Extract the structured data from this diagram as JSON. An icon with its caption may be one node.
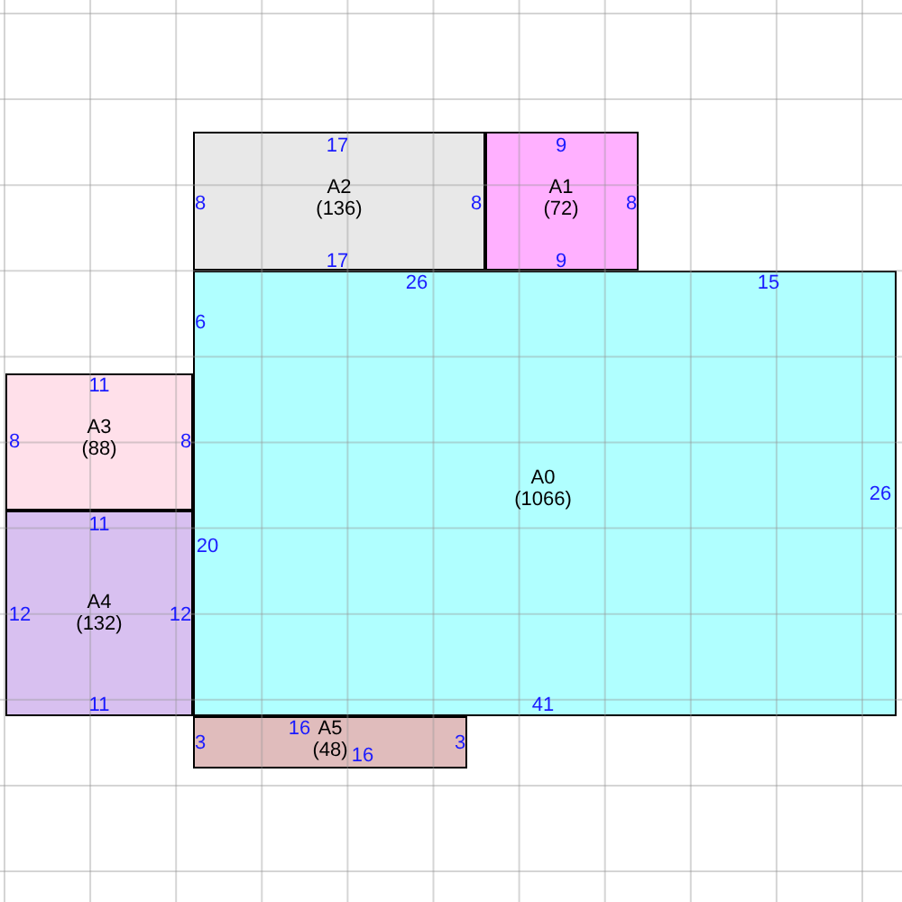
{
  "diagram": {
    "nodes": [
      {
        "text": [
          "A2",
          "(136)",
          "17",
          "8",
          "8",
          "17"
        ]
      },
      {
        "text": [
          "A1",
          "(72)",
          "9",
          "8",
          "9"
        ]
      },
      {
        "text": [
          "A0",
          "(1066)",
          "26",
          "15",
          "6",
          "26",
          "20",
          "41"
        ]
      },
      {
        "text": [
          "A3",
          "(88)",
          "11",
          "8",
          "8"
        ]
      },
      {
        "text": [
          "A4",
          "(132)",
          "11",
          "12",
          "12",
          "11"
        ]
      },
      {
        "text": [
          "A5",
          "(48)",
          "16",
          "3",
          "16",
          "3"
        ]
      }
    ],
    "edges": []
  }
}
